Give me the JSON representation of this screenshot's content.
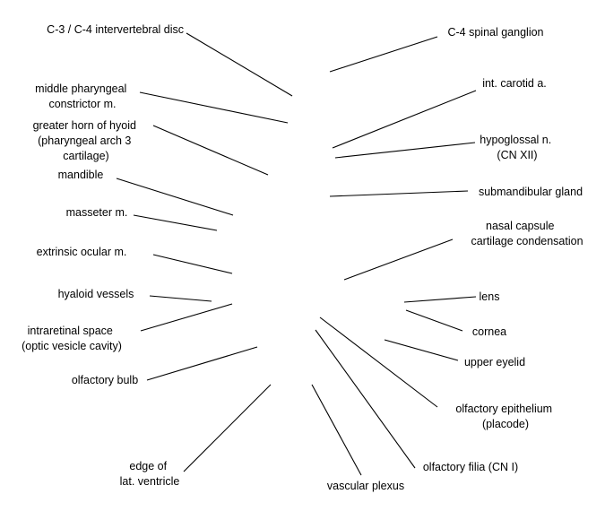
{
  "labels": {
    "c3c4_disc": [
      "C-3 / C-4 intervertebral disc"
    ],
    "middle_pharyngeal": [
      "middle pharyngeal",
      "constrictor m."
    ],
    "hyoid_horn": [
      "greater horn of hyoid",
      "(pharyngeal arch 3",
      "cartilage)"
    ],
    "mandible": [
      "mandible"
    ],
    "masseter": [
      "masseter m."
    ],
    "extrinsic_ocular": [
      "extrinsic ocular m."
    ],
    "hyaloid_vessels": [
      "hyaloid vessels"
    ],
    "intraretinal_space": [
      "intraretinal space",
      "(optic vesicle cavity)"
    ],
    "olfactory_bulb": [
      "olfactory bulb"
    ],
    "lat_ventricle": [
      "edge of",
      "lat. ventricle"
    ],
    "vascular_plexus": [
      "vascular plexus"
    ],
    "olfactory_filia": [
      "olfactory filia (CN I)"
    ],
    "olfactory_epithelium": [
      "olfactory epithelium",
      "(placode)"
    ],
    "upper_eyelid": [
      "upper eyelid"
    ],
    "cornea": [
      "cornea"
    ],
    "lens": [
      "lens"
    ],
    "nasal_capsule": [
      "nasal capsule",
      "cartilage condensation"
    ],
    "submandibular_gland": [
      "submandibular gland"
    ],
    "hypoglossal": [
      "hypoglossal n.",
      "(CN XII)"
    ],
    "int_carotid": [
      "int. carotid a."
    ],
    "c4_ganglion": [
      "C-4 spinal ganglion"
    ]
  }
}
